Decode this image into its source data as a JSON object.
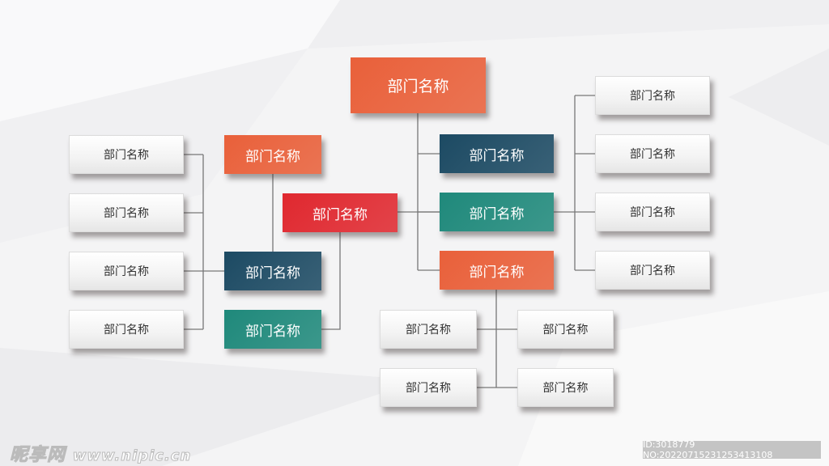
{
  "colors": {
    "orange": "#e9603a",
    "red": "#e0282f",
    "navy": "#1c4a63",
    "teal": "#1f897b",
    "line": "#777777"
  },
  "nodes": {
    "top": {
      "label": "部门名称",
      "color": "orange"
    },
    "left_orange": {
      "label": "部门名称",
      "color": "orange"
    },
    "center_red": {
      "label": "部门名称",
      "color": "red"
    },
    "left_navy": {
      "label": "部门名称",
      "color": "navy"
    },
    "left_teal": {
      "label": "部门名称",
      "color": "teal"
    },
    "right_navy": {
      "label": "部门名称",
      "color": "navy"
    },
    "right_teal": {
      "label": "部门名称",
      "color": "teal"
    },
    "right_orange": {
      "label": "部门名称",
      "color": "orange"
    }
  },
  "left_group": [
    "部门名称",
    "部门名称",
    "部门名称",
    "部门名称"
  ],
  "right_group": [
    "部门名称",
    "部门名称",
    "部门名称",
    "部门名称"
  ],
  "bottom_group": [
    "部门名称",
    "部门名称",
    "部门名称",
    "部门名称"
  ],
  "watermark": {
    "brand": "昵享网",
    "url": "www.nipic.cn",
    "id_text": "ID:3018779 NO:20220715231253413108"
  }
}
